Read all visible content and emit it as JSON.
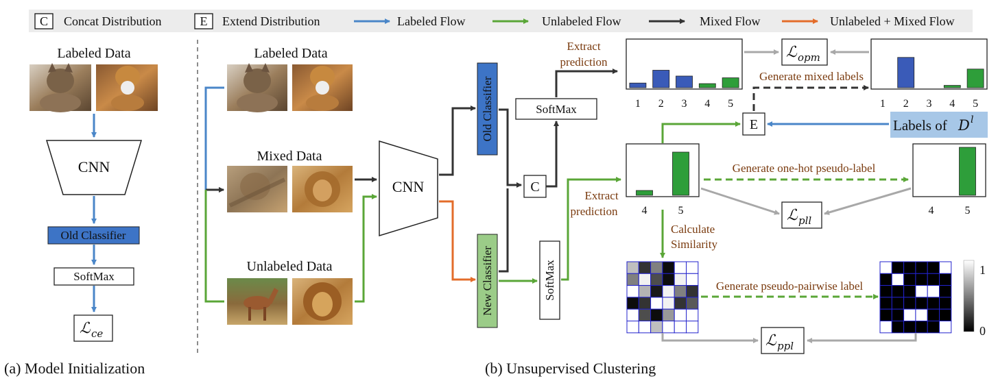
{
  "legend": {
    "concat_key": "C",
    "concat_label": "Concat Distribution",
    "extend_key": "E",
    "extend_label": "Extend Distribution",
    "labeled_flow": "Labeled Flow",
    "unlabeled_flow": "Unlabeled Flow",
    "mixed_flow": "Mixed Flow",
    "unlabeled_mixed_flow": "Unlabeled + Mixed Flow"
  },
  "colors": {
    "labeled": "#4a86c8",
    "unlabeled": "#5aa637",
    "mixed": "#333333",
    "unlabeled_mixed": "#e36c2a",
    "old_classifier_fill": "#3d74c6",
    "new_classifier_fill": "#9bcc88",
    "label_box_fill": "#a7c7e7",
    "bar_blue": "#3a5bb8",
    "bar_green": "#2e9e3a",
    "loss_arrow": "#a8a8a8",
    "annotation": "#7a3b0f"
  },
  "panel_a": {
    "title": "Labeled Data",
    "cnn": "CNN",
    "old_classifier": "Old Classifier",
    "softmax": "SoftMax",
    "loss_main": "ℒ",
    "loss_sub": "ce",
    "caption": "(a) Model Initialization",
    "images": [
      "cat",
      "dog"
    ]
  },
  "panel_b": {
    "labeled_title": "Labeled Data",
    "mixed_title": "Mixed Data",
    "unlabeled_title": "Unlabeled Data",
    "cnn": "CNN",
    "old_classifier": "Old Classifier",
    "new_classifier": "New Classifier",
    "softmax_top": "SoftMax",
    "softmax_side": "SoftMax",
    "concat": "C",
    "extend": "E",
    "extract_top_1": "Extract",
    "extract_top_2": "prediction",
    "extract_mid_1": "Extract",
    "extract_mid_2": "prediction",
    "gen_mixed": "Generate mixed labels",
    "labels_of": "Labels of",
    "labels_sym": "D",
    "labels_sup": "l",
    "gen_onehot": "Generate one-hot pseudo-label",
    "calc_sim_1": "Calculate",
    "calc_sim_2": "Similarity",
    "gen_pairwise": "Generate pseudo-pairwise label",
    "loss_opm_sub": "opm",
    "loss_pll_sub": "pll",
    "loss_ppl_sub": "ppl",
    "loss_main": "ℒ",
    "colorbar_max": "1",
    "colorbar_min": "0",
    "caption": "(b) Unsupervised Clustering"
  },
  "chart_data": [
    {
      "type": "bar",
      "categories": [
        "1",
        "2",
        "3",
        "4",
        "5"
      ],
      "values": [
        0.08,
        0.3,
        0.2,
        0.07,
        0.17
      ],
      "bar_colors": [
        "#3a5bb8",
        "#3a5bb8",
        "#3a5bb8",
        "#2e9e3a",
        "#2e9e3a"
      ]
    },
    {
      "type": "bar",
      "categories": [
        "1",
        "2",
        "3",
        "4",
        "5"
      ],
      "values": [
        0,
        0.52,
        0,
        0.04,
        0.32
      ],
      "bar_colors": [
        "#3a5bb8",
        "#3a5bb8",
        "#3a5bb8",
        "#2e9e3a",
        "#2e9e3a"
      ]
    },
    {
      "type": "bar",
      "categories": [
        "4",
        "5"
      ],
      "values": [
        0.08,
        0.72
      ],
      "bar_colors": [
        "#2e9e3a",
        "#2e9e3a"
      ]
    },
    {
      "type": "bar",
      "categories": [
        "4",
        "5"
      ],
      "values": [
        0,
        0.8
      ],
      "bar_colors": [
        "#2e9e3a",
        "#2e9e3a"
      ]
    },
    {
      "type": "heatmap",
      "rows": 6,
      "cols": 6,
      "values": [
        [
          0.75,
          0.2,
          0.5,
          0.05,
          1,
          1
        ],
        [
          0.5,
          0.95,
          0.3,
          0.05,
          0.95,
          1
        ],
        [
          1,
          0.7,
          0.1,
          0.95,
          0.5,
          0.2
        ],
        [
          0.05,
          0.2,
          1,
          0.95,
          0.2,
          0.35
        ],
        [
          1,
          0.3,
          0.05,
          0.6,
          1,
          1
        ],
        [
          1,
          1,
          0.75,
          1,
          1,
          1
        ]
      ]
    },
    {
      "type": "heatmap",
      "rows": 6,
      "cols": 6,
      "values": [
        [
          1,
          0,
          0,
          0,
          0,
          1
        ],
        [
          0,
          1,
          0,
          0,
          0,
          0
        ],
        [
          0,
          0,
          0,
          1,
          1,
          0
        ],
        [
          0,
          0,
          0,
          0,
          0,
          0
        ],
        [
          0,
          0,
          1,
          1,
          0,
          0
        ],
        [
          1,
          0,
          0,
          0,
          0,
          1
        ]
      ]
    }
  ]
}
